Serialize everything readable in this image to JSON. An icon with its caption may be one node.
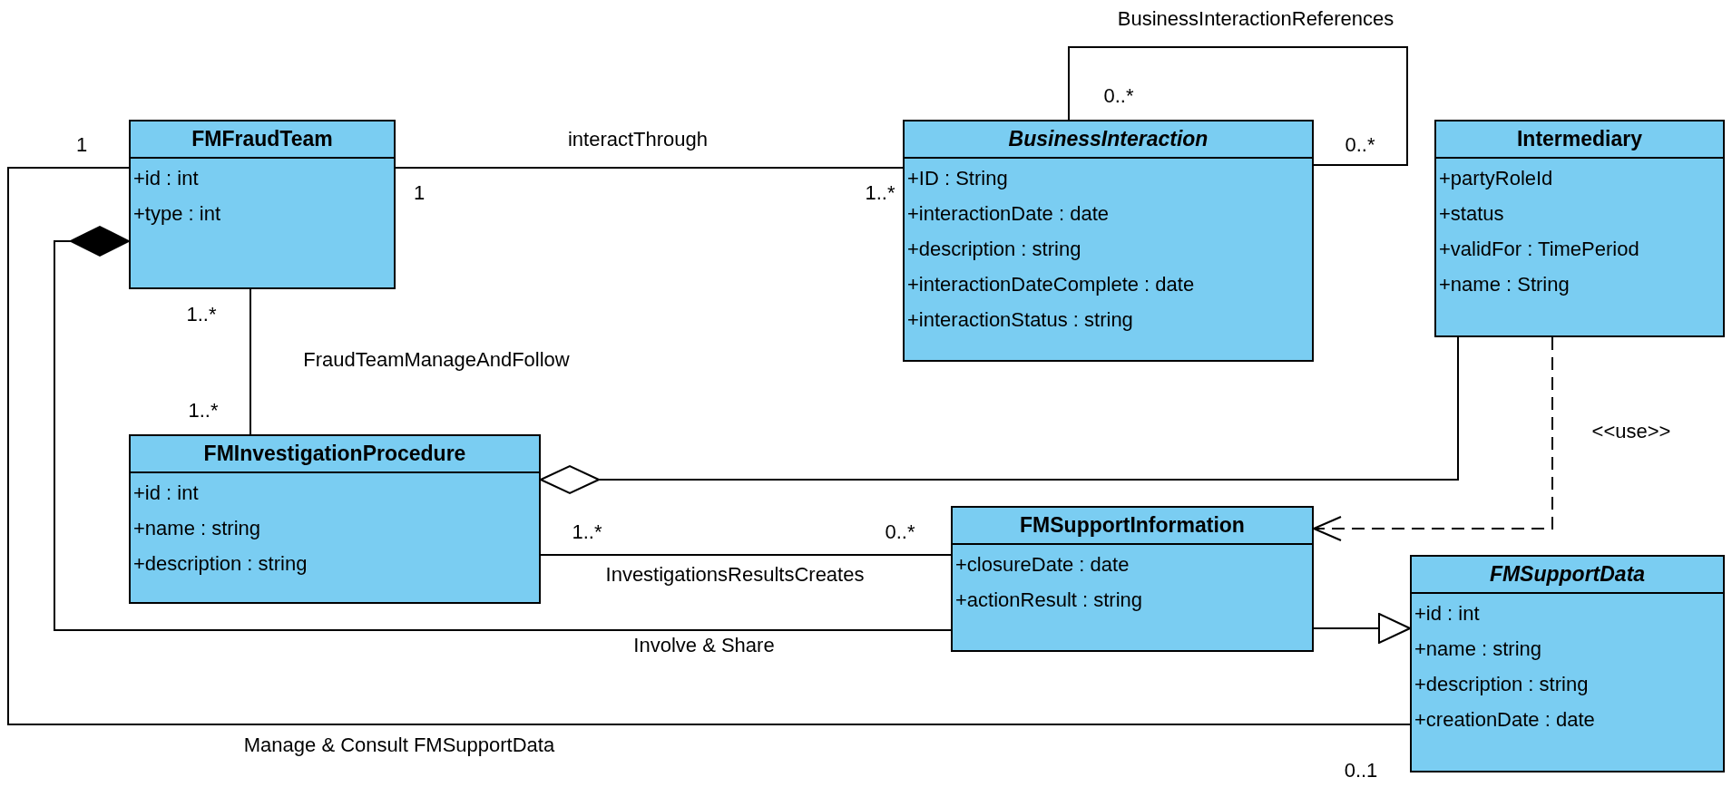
{
  "diagram": {
    "nodes": [
      {
        "text": [
          "FMFraudTeam",
          "+id : int",
          "+type : int"
        ]
      },
      {
        "text": [
          "BusinessInteraction",
          "+ID : String",
          "+interactionDate : date",
          "+description : string",
          "+interactionDateComplete : date",
          "+interactionStatus : string"
        ]
      },
      {
        "text": [
          "Intermediary",
          "+partyRoleId",
          "+status",
          "+validFor : TimePeriod",
          "+name : String"
        ]
      },
      {
        "text": [
          "FMInvestigationProcedure",
          "+id : int",
          "+name : string",
          "+description : string"
        ]
      },
      {
        "text": [
          "FMSupportInformation",
          "+closureDate : date",
          "+actionResult : string"
        ]
      },
      {
        "text": [
          "FMSupportData",
          "+id : int",
          "+name : string",
          "+description : string",
          "+creationDate : date"
        ]
      }
    ],
    "edges": [
      {
        "from": 0,
        "to": 1,
        "arrow": "none",
        "label": "interactThrough"
      },
      {
        "from": 1,
        "to": 1,
        "arrow": "none",
        "label": "BusinessInteractionReferences"
      },
      {
        "from": 0,
        "to": 3,
        "arrow": "none",
        "label": "FraudTeamManageAndFollow"
      },
      {
        "from": 2,
        "to": 3,
        "arrow": "other"
      },
      {
        "from": 2,
        "to": 4,
        "arrow": "to",
        "label": "<<use>>",
        "style": "dashed"
      },
      {
        "from": 3,
        "to": 4,
        "arrow": "none",
        "label": "InvestigationsResultsCreates"
      },
      {
        "from": 4,
        "to": 0,
        "arrow": "other",
        "label": "Involve & Share"
      },
      {
        "from": 4,
        "to": 5,
        "arrow": "to"
      },
      {
        "from": 0,
        "to": 5,
        "arrow": "none",
        "label": "Manage & Consult FMSupportData"
      }
    ],
    "labels": [
      "0..*",
      "1",
      "0..*",
      "1",
      "1..*",
      "1..*",
      "1..*",
      "1..*",
      "0..*",
      "0..1"
    ]
  }
}
